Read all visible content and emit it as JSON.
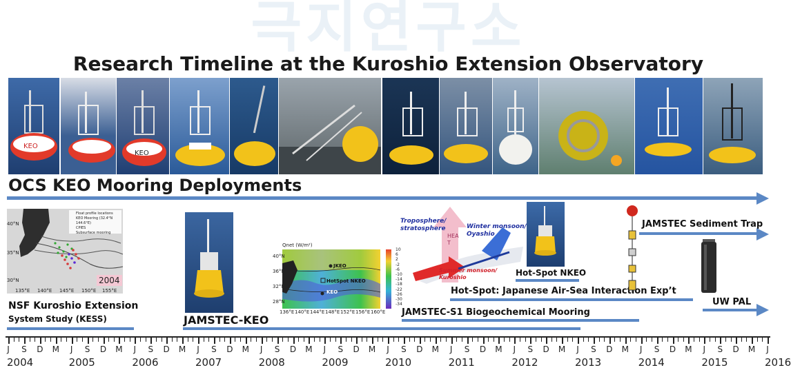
{
  "watermark": "극지연구소",
  "title": "Research Timeline at the Kuroshio Extension Observatory",
  "main_deployments_label": "OCS KEO Mooring Deployments",
  "items": {
    "kess_line1": "NSF Kuroshio Extension",
    "kess_line2": "System Study (KESS)",
    "kess_year_badge": "2004",
    "jamstec_keo": "JAMSTEC-KEO",
    "s1": "JAMSTEC-S1 Biogeochemical Mooring",
    "hotspot_nkeo": "Hot-Spot NKEO",
    "hotspot_exp": "Hot-Spot: Japanese Air-Sea Interaction Exp’t",
    "sediment_trap": "JAMSTEC Sediment Trap",
    "uw_pal": "UW PAL"
  },
  "kess_map": {
    "legend": [
      "Float profile locations",
      "KEO Mooring (32.4°N 144.6°E)",
      "CPIES",
      "Subsurface mooring"
    ],
    "lat_ticks": [
      "40°N",
      "35°N",
      "30°N"
    ],
    "lon_ticks": [
      "135°E",
      "140°E",
      "145°E",
      "150°E",
      "155°E"
    ]
  },
  "qnet_map": {
    "title": "Qnet (W/m²)",
    "labels": [
      "JKEO",
      "HotSpot NKEO",
      "KEO"
    ],
    "lat_ticks": [
      "40°N",
      "36°N",
      "32°N",
      "28°N"
    ],
    "lon_ticks": [
      "136°E",
      "140°E",
      "144°E",
      "148°E",
      "152°E",
      "156°E",
      "160°E"
    ],
    "scale": [
      "10",
      "6",
      "2",
      "-2",
      "-6",
      "-10",
      "-14",
      "-18",
      "-22",
      "-26",
      "-30",
      "-34"
    ]
  },
  "airsea_diagram": {
    "troposphere": "Troposphere/\nstratosphere",
    "heat": "HEA\nT",
    "winter": "Winter monsoon/\nOyashio",
    "summer": "Summer monsoon/\nKuroshio"
  },
  "timeline": {
    "months": [
      "J",
      "S",
      "D",
      "M",
      "J",
      "S",
      "D",
      "M",
      "J",
      "S",
      "D",
      "M",
      "J",
      "S",
      "D",
      "M",
      "J",
      "S",
      "D",
      "M",
      "J",
      "S",
      "D",
      "M",
      "J",
      "S",
      "D",
      "M",
      "J",
      "S",
      "D",
      "M",
      "J",
      "S",
      "D",
      "M",
      "J",
      "S",
      "D",
      "M",
      "J",
      "S",
      "D",
      "M",
      "J",
      "S",
      "D",
      "M",
      "J"
    ],
    "years": [
      "2004",
      "2005",
      "2006",
      "2007",
      "2008",
      "2009",
      "2010",
      "2011",
      "2012",
      "2013",
      "2014",
      "2015",
      "2016"
    ]
  },
  "colors": {
    "arrow": "#5b88c5",
    "buoy_red": "#e23a2a",
    "buoy_yellow": "#f2c21a",
    "sea": "#2b4f86"
  }
}
